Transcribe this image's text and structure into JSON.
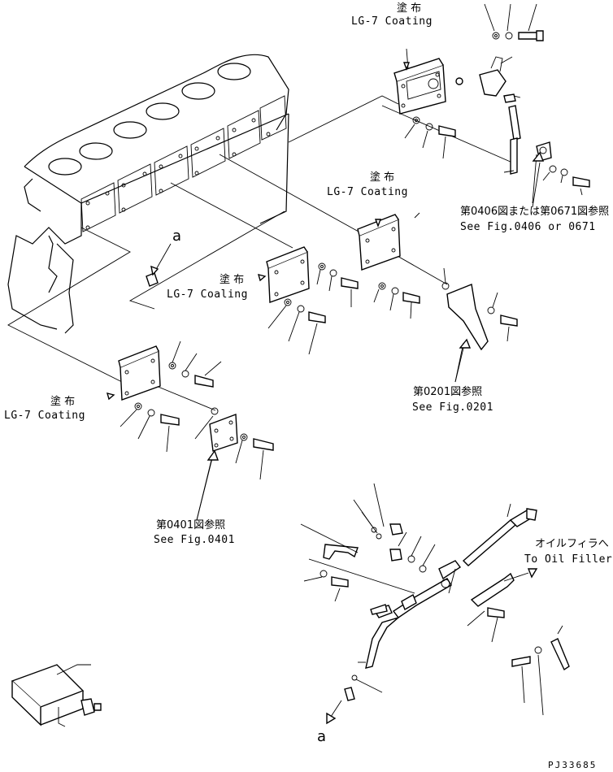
{
  "labels": {
    "coating_jp": "塗 布",
    "coating_en": "LG-7 Coating",
    "coating_en_alt": "LG-7 Coaling",
    "ref_0406_jp": "第0406図または第0671図参照",
    "ref_0406_en": "See Fig.0406 or 0671",
    "ref_0201_jp": "第0201図参照",
    "ref_0201_en": "See Fig.0201",
    "ref_0401_jp": "第0401図参照",
    "ref_0401_en": "See Fig.0401",
    "oil_filler_jp": "オイルフィラへ",
    "oil_filler_en": "To Oil Filler",
    "marker_a": "a",
    "drawing_no": "PJ33685"
  },
  "colors": {
    "line": "#000000",
    "background": "#ffffff"
  }
}
